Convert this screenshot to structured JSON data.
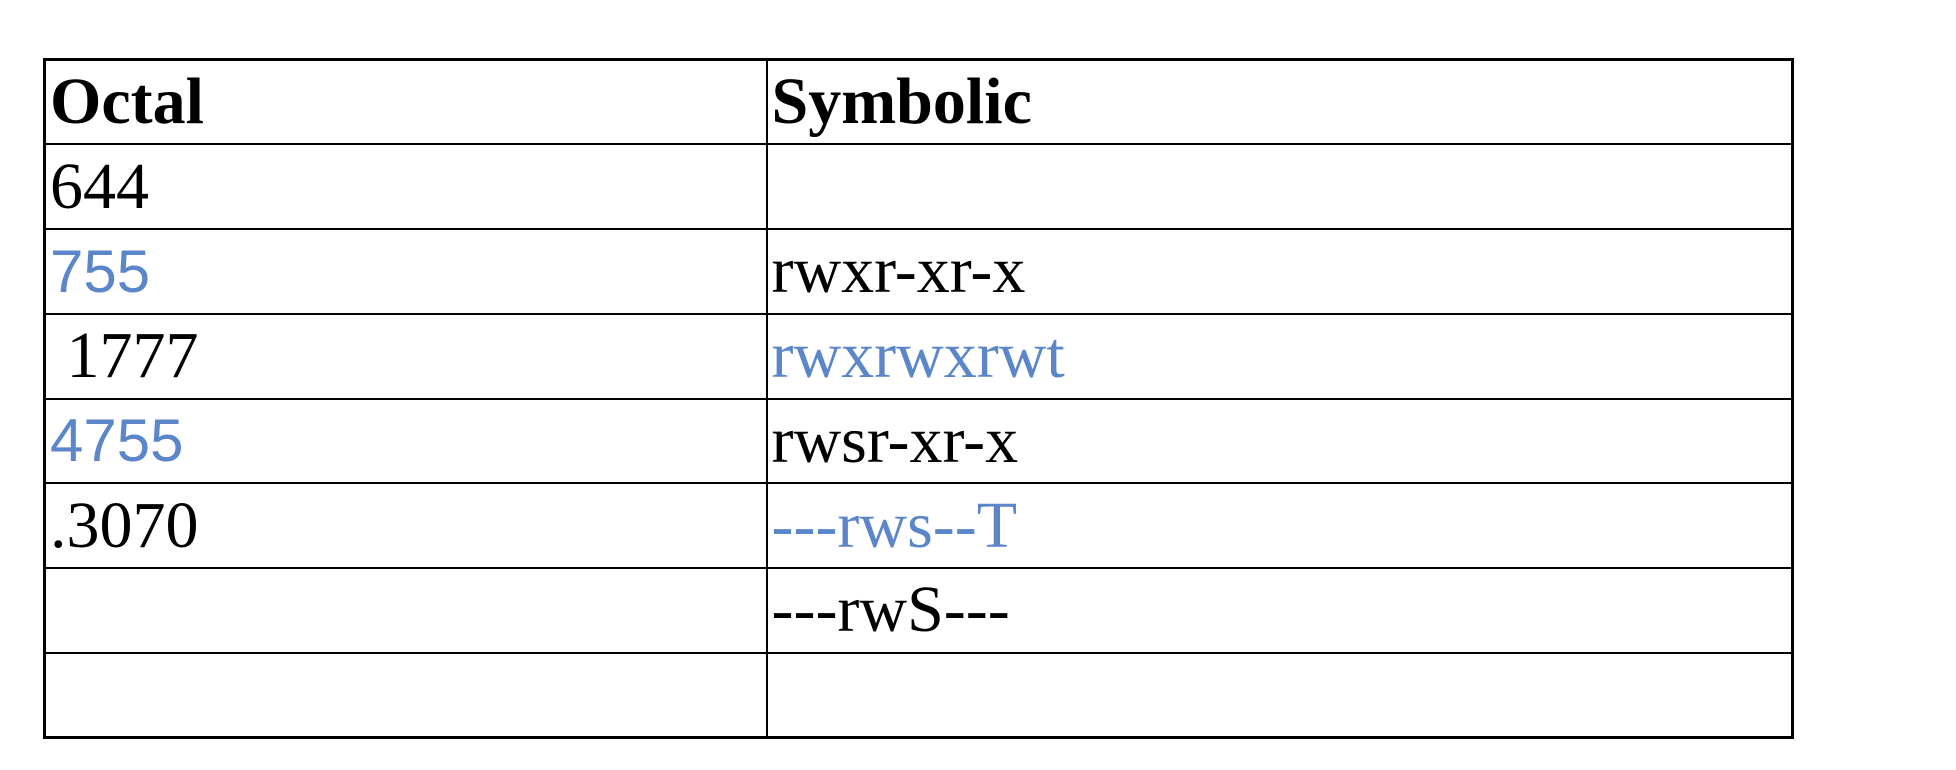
{
  "title": "Octal to symbolic file permissions table",
  "colors": {
    "blue_text": "#5B86C9",
    "black_text": "#000000",
    "border": "#000000",
    "background": "#FFFFFF"
  },
  "table": {
    "headers": [
      {
        "label": "Octal"
      },
      {
        "label": "Symbolic"
      }
    ],
    "rows": [
      {
        "octal": {
          "text": "644",
          "style": "serif-black"
        },
        "symbolic": {
          "text": "",
          "style": "serif-black"
        }
      },
      {
        "octal": {
          "text": "755",
          "style": "sans-blue"
        },
        "symbolic": {
          "text": "rwxr-xr-x",
          "style": "serif-black"
        }
      },
      {
        "octal": {
          "text": " 1777",
          "style": "serif-black"
        },
        "symbolic": {
          "text": "rwxrwxrwt",
          "style": "serif-blue"
        }
      },
      {
        "octal": {
          "text": "4755",
          "style": "sans-blue"
        },
        "symbolic": {
          "text": "rwsr-xr-x",
          "style": "serif-black"
        }
      },
      {
        "octal": {
          "text": ".3070",
          "style": "serif-black"
        },
        "symbolic": {
          "text": "---rws--T",
          "style": "serif-blue"
        }
      },
      {
        "octal": {
          "text": "",
          "style": "serif-black"
        },
        "symbolic": {
          "text": "---rwS---",
          "style": "serif-black"
        }
      },
      {
        "octal": {
          "text": "",
          "style": "serif-black"
        },
        "symbolic": {
          "text": "",
          "style": "serif-black"
        }
      }
    ]
  }
}
